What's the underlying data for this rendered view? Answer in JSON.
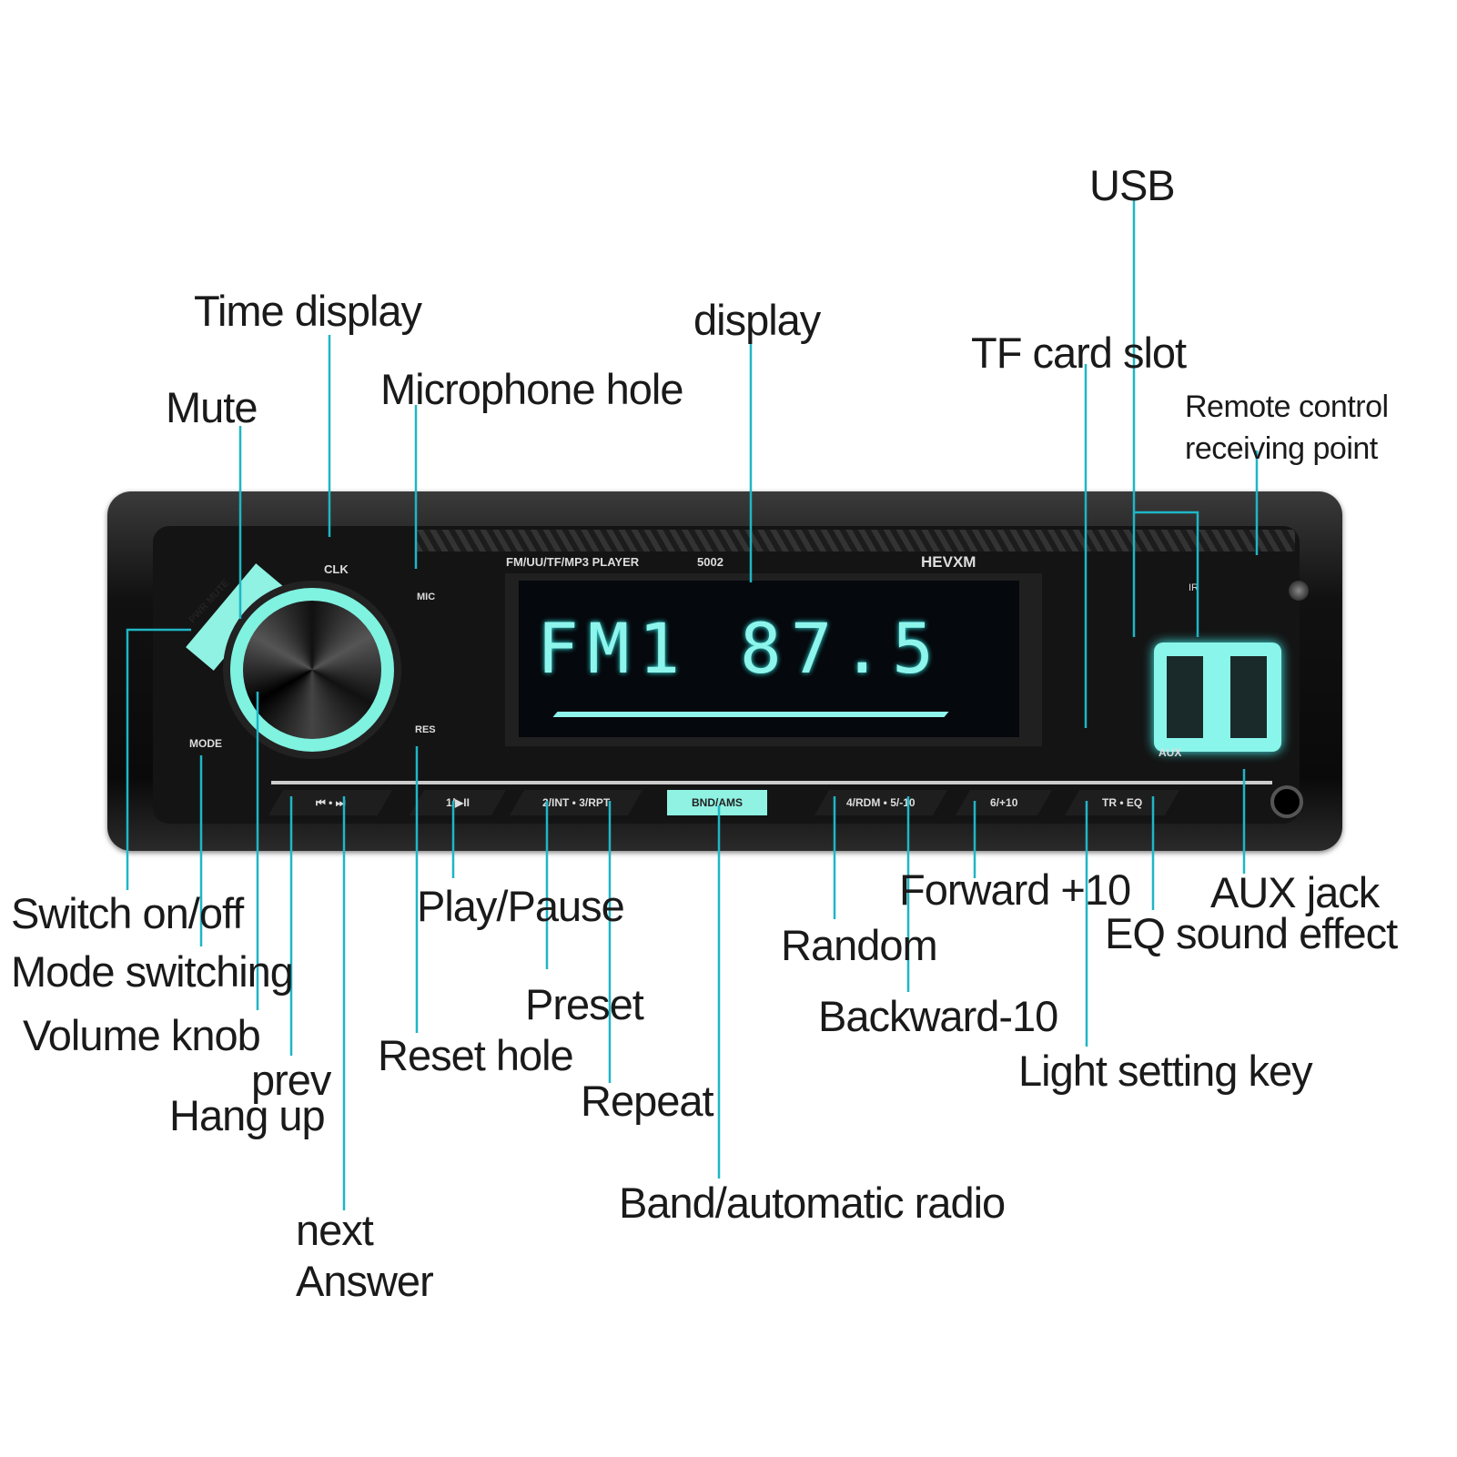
{
  "device": {
    "brand": "HEVXM",
    "model_line": "FM/UU/TF/MP3 PLAYER",
    "model": "5002",
    "lcd": "FM1 87.5",
    "panel_labels": {
      "clk": "CLK",
      "mic": "MIC",
      "res": "RES",
      "mode": "MODE",
      "pwr": "PWR MUTE",
      "ir": "IR",
      "aux": "AUX"
    },
    "buttons": [
      "⏮ • ⏭",
      "1/▶II",
      "2/INT • 3/RPT",
      "BND/AMS",
      "4/RDM • 5/-10",
      "6/+10",
      "TR • EQ"
    ]
  },
  "labels": {
    "usb": "USB",
    "time_display": "Time display",
    "display": "display",
    "tf_card": "TF card slot",
    "microphone": "Microphone hole",
    "mute": "Mute",
    "remote_1": "Remote control",
    "remote_2": "receiving point",
    "switch": "Switch on/off",
    "mode": "Mode switching",
    "volume": "Volume knob",
    "prev": "prev",
    "hang_up": "Hang up",
    "play_pause": "Play/Pause",
    "preset": "Preset",
    "reset": "Reset hole",
    "repeat": "Repeat",
    "next": "next",
    "answer": "Answer",
    "band": "Band/automatic radio",
    "forward": "Forward +10",
    "random": "Random",
    "backward": "Backward-10",
    "light": "Light setting key",
    "aux_jack": "AUX jack",
    "eq": "EQ sound effect"
  },
  "colors": {
    "leader": "#1fb6c6",
    "accent": "#8ff2e2"
  }
}
